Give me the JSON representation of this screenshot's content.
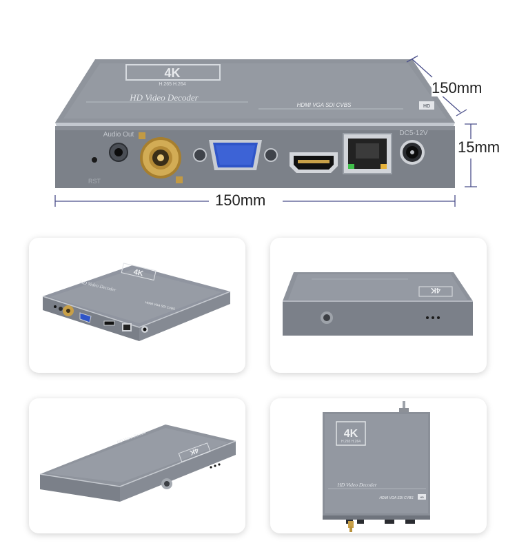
{
  "dimensions": {
    "width": "150mm",
    "height": "15mm",
    "depth": "150mm"
  },
  "device": {
    "badge": "4K",
    "codec": "H.265 H.264",
    "name": "HD Video Decoder",
    "ports_line": "HDMI VGA SDI CVBS",
    "hd_mark": "HD",
    "port_labels": {
      "audio_out": "Audio Out",
      "rst": "RST",
      "power": "DC5-12V"
    }
  },
  "colors": {
    "body_top": "#8e939b",
    "body_front": "#7b8089",
    "edge": "#b9bec6",
    "bnc_gold": "#c8a048",
    "vga_blue": "#2f55c8",
    "dimension_line": "#4a4f8a"
  },
  "views": [
    {
      "id": "front-angle"
    },
    {
      "id": "back-angle"
    },
    {
      "id": "side-angle"
    },
    {
      "id": "top-view"
    }
  ]
}
